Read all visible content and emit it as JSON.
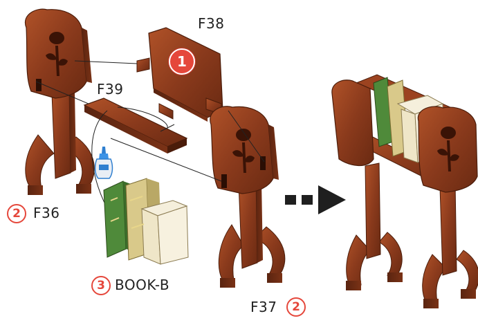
{
  "labels": {
    "f38": "F38",
    "f39": "F39",
    "f36": "F36",
    "f37": "F37",
    "book": "BOOK-B"
  },
  "steps": {
    "panel_step": "1",
    "f36_step": "2",
    "f37_step": "2",
    "book_step": "3"
  },
  "colors": {
    "wood": "#8a3a1c",
    "wood_light": "#a94c25",
    "wood_dark": "#5a2410",
    "badge": "#e5473b",
    "arrow": "#1f1f1f",
    "glue_bottle": "#2f7fd0",
    "book_green": "#4f8a3a",
    "book_cream": "#efe6c8"
  },
  "icons": [
    "glue-bottle-icon",
    "direction-arrow-icon"
  ]
}
